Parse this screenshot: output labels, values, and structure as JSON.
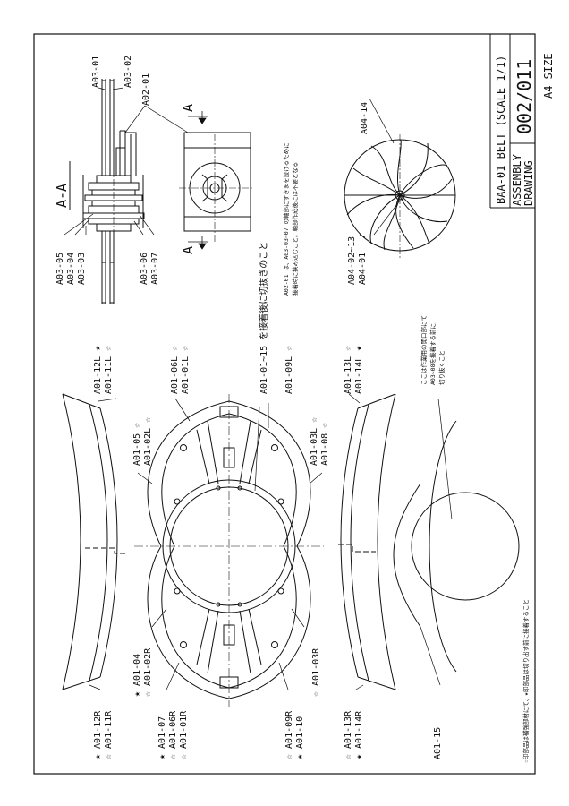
{
  "title_block": {
    "name": "BAA-01 BELT (SCALE 1/1)",
    "kind_line1": "ASSEMBLY",
    "kind_line2": "DRAWING",
    "sheet_number": "002/011",
    "paper_size": "A4 SIZE"
  },
  "section": {
    "title": "A-A",
    "cut_mark": "A"
  },
  "labels": {
    "a03_01": "A03-01",
    "a03_02": "A03-02",
    "a02_01": "A02-01",
    "a03_05": "A03-05",
    "a03_04": "A03-04",
    "a03_03": "A03-03",
    "a03_06": "A03-06",
    "a03_07": "A03-07",
    "a04_14": "A04-14",
    "a04_02_13": "A04-02~13",
    "a04_01": "A04-01",
    "a01_12l": "A01-12L ★",
    "a01_11l": "A01-11L ☆",
    "a01_06l": "A01-06L ☆",
    "a01_01l": "A01-01L ☆",
    "a01_01_15": "A01-01~15 を接着後に切抜きのこと",
    "a01_09l": "A01-09L ☆",
    "a01_05": "A01-05 ☆",
    "a01_02l": "A01-02L ☆",
    "a01_03l": "A01-03L ☆",
    "a01_08": "A01-08 ☆",
    "a01_13l": "A01-13L ☆",
    "a01_14l": "A01-14L ★",
    "a01_04": "★ A01-04",
    "a01_02r": "☆ A01-02R",
    "a01_03r": "☆ A01-03R",
    "a01_12r": "★ A01-12R",
    "a01_11r": "☆ A01-11R",
    "a01_07": "★ A01-07",
    "a01_06r": "☆ A01-06R",
    "a01_01r": "☆ A01-01R",
    "a01_09r": "☆ A01-09R",
    "a01_10": "★ A01-10",
    "a01_13r": "☆ A01-13R",
    "a01_14r": "★ A01-14R",
    "a01_15": "A01-15"
  },
  "notes": {
    "a02_line1": "A02-01 は、A03-03~07 の軸部にすきまを設けるために",
    "a02_line2": "接着時に挟み込むこと。軸部作成後には不要となる",
    "opening_line1": "ここは作業用の開口部にて",
    "opening_line2": "A03~08を接着する前に",
    "opening_line3": "切り抜くこと",
    "legend": "☆印部品は補強部材にて、★印部品は切り出す前に接着すること"
  }
}
